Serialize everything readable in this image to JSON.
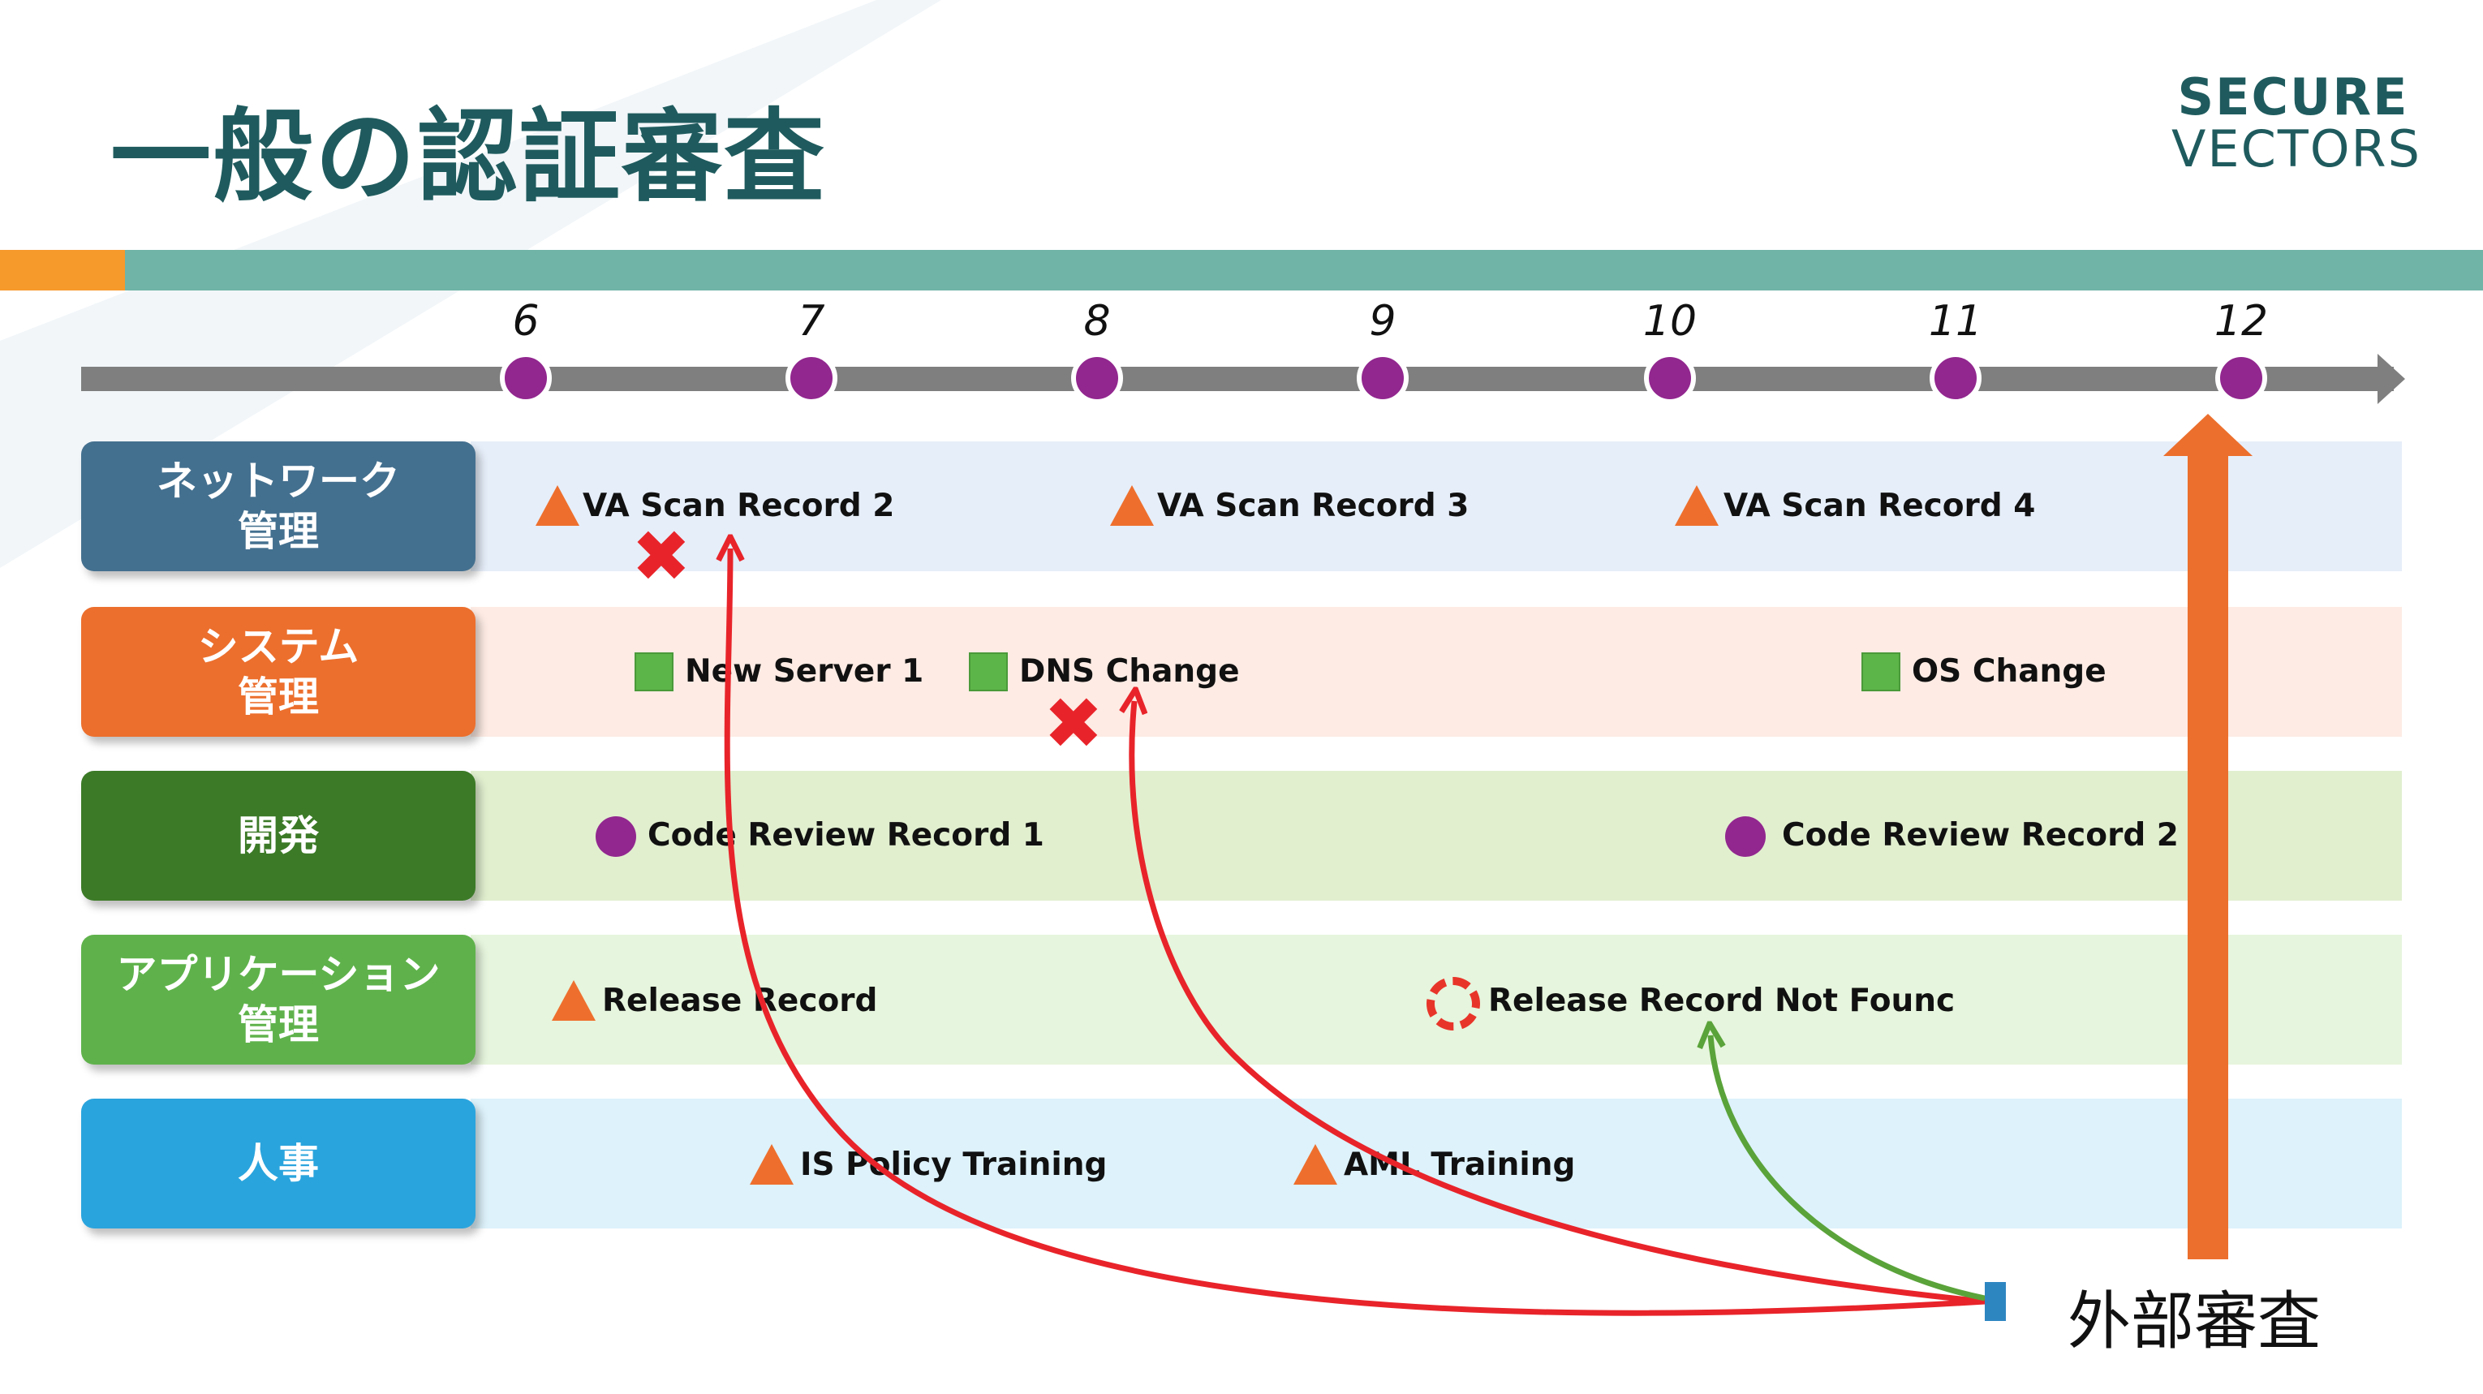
{
  "title": "一般の認証審査",
  "logo": {
    "line1": "SECURE",
    "line2": "VECTORS"
  },
  "months": [
    "6",
    "7",
    "8",
    "9",
    "10",
    "11",
    "12"
  ],
  "lanes": [
    {
      "line1": "ネットワーク",
      "line2": "管理",
      "label_color": "#44708f",
      "bg_color": "#e6eef9"
    },
    {
      "line1": "システム",
      "line2": "管理",
      "label_color": "#ec6f2d",
      "bg_color": "#fdebe4"
    },
    {
      "line1": "開発",
      "line2": "",
      "label_color": "#3c7a27",
      "bg_color": "#e1efcf"
    },
    {
      "line1": "アプリケーション",
      "line2": "管理",
      "label_color": "#5fb24b",
      "bg_color": "#e6f5dd"
    },
    {
      "line1": "人事",
      "line2": "",
      "label_color": "#2aa4dd",
      "bg_color": "#ddf2fb"
    }
  ],
  "items": {
    "va2": "VA Scan Record 2",
    "va3": "VA Scan Record 3",
    "va4": "VA Scan Record 4",
    "server1": "New Server 1",
    "dns": "DNS Change",
    "os": "OS Change",
    "code1": "Code Review Record 1",
    "code2": "Code Review Record 2",
    "release": "Release Record",
    "release_missing": "Release Record Not Founc",
    "is_policy": "IS Policy Training",
    "aml": "AML Training"
  },
  "external": {
    "label": "外部審査"
  },
  "icons": {
    "triangle": "triangle-marker-icon",
    "square": "square-marker-icon",
    "circle": "circle-marker-icon",
    "missing": "dashed-ring-icon",
    "fail": "red-x-icon"
  },
  "colors": {
    "accent_teal": "#1f5b5e",
    "orange": "#ee6f2d",
    "purple": "#92278f",
    "green": "#5cb548",
    "red": "#e8242a",
    "arrow_green": "#5aa33a"
  }
}
